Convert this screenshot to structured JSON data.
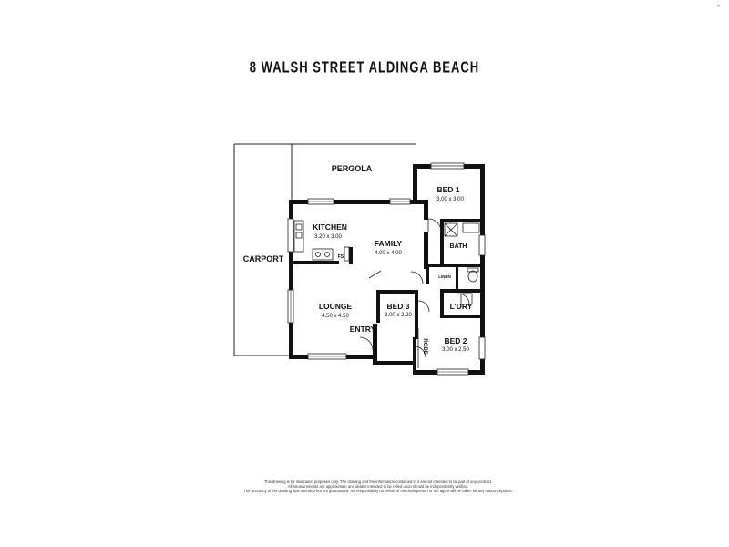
{
  "title": "8 WALSH STREET ALDINGA BEACH",
  "corner_mark": "+",
  "rooms": {
    "pergola": {
      "name": "PERGOLA"
    },
    "carport": {
      "name": "CARPORT"
    },
    "kitchen": {
      "name": "KITCHEN",
      "size": "3.20 x 3.00"
    },
    "family": {
      "name": "FAMILY",
      "size": "4.00 x 4.00"
    },
    "lounge": {
      "name": "LOUNGE",
      "size": "4.50 x 4.50"
    },
    "entry": {
      "name": "ENTRY"
    },
    "bed1": {
      "name": "BED 1",
      "size": "3.00 x 3.00"
    },
    "bed2": {
      "name": "BED 2",
      "size": "3.00 x 2.50"
    },
    "bed3": {
      "name": "BED 3",
      "size": "3.00 x 2.20"
    },
    "bath": {
      "name": "BATH"
    },
    "linen": {
      "name": "LINEN"
    },
    "ldry": {
      "name": "L'DRY"
    },
    "robe": {
      "name": "ROBE"
    },
    "fs": {
      "name": "FS"
    }
  },
  "disclaimer": [
    "This drawing is for illustration purposes only. The drawing and the information contained in it are not intended to be part of any contract.",
    "All measurements are approximate and details intended to be relied upon should be independently verified.",
    "The accuracy of the drawing was intended but not guaranteed. No responsibility on behalf of the draftsperson or the agent will be taken for any misconceptions."
  ]
}
